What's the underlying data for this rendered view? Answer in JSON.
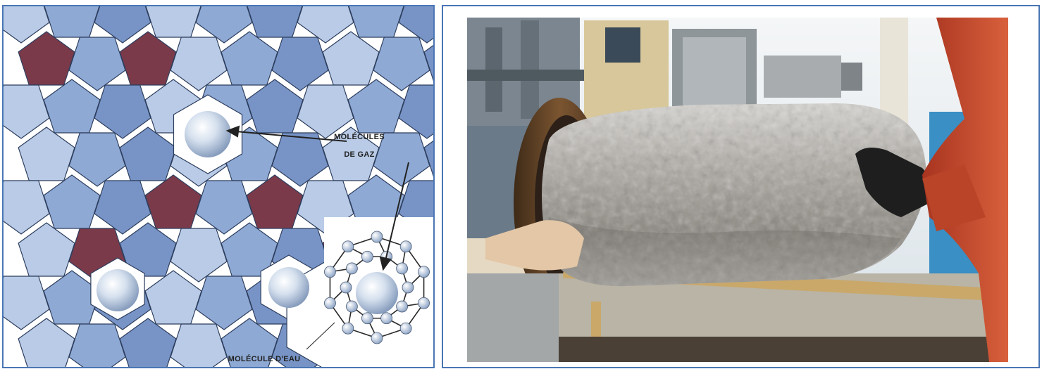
{
  "left_diagram": {
    "gas_label_line1": "MOLÉCULES",
    "gas_label_line2": "DE GAZ",
    "water_label": "MOLÉCULE D'EAU",
    "colors": {
      "cage_light": "#b9cbe6",
      "cage_mid": "#8ea9d4",
      "cage_dark": "#7894c6",
      "cage_accent": "#7a3a4a",
      "edge": "#2d3e5e"
    }
  },
  "right_photo": {
    "colors": {
      "hydrate_plug": "#9a9690",
      "pipe_rust": "#6b4a2a",
      "platform_sky": "#e8eef2",
      "sea": "#3a8fc4",
      "coverall": "#c2452a"
    }
  }
}
